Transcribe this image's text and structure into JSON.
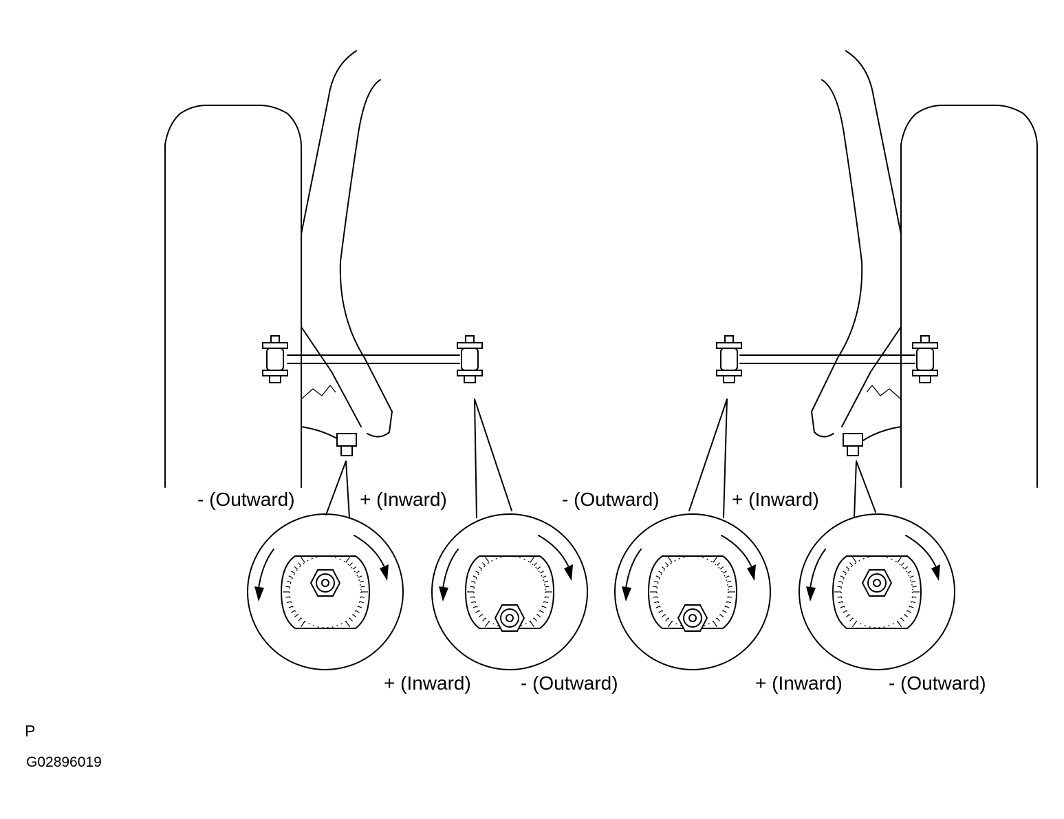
{
  "labels": {
    "top_1": "-  (Outward)",
    "top_2": "+ (Inward)",
    "top_3": "-  (Outward)",
    "top_4": "+ (Inward)",
    "bottom_1": "+ (Inward)",
    "bottom_2": "-  (Outward)",
    "bottom_3": "+ (Inward)",
    "bottom_4": "-  (Outward)"
  },
  "view_letter": "P",
  "figure_code": "G02896019"
}
